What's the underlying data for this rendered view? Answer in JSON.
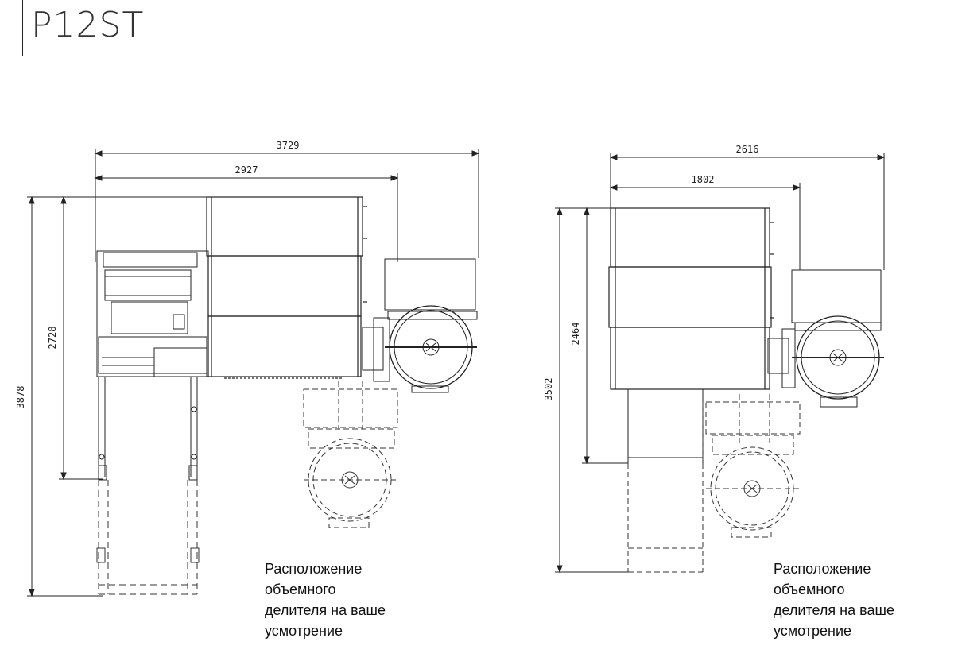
{
  "header": {
    "title": "P12ST"
  },
  "left_view": {
    "dim_top_overall": "3729",
    "dim_top_inner": "2927",
    "dim_left_overall": "3878",
    "dim_left_inner": "2728",
    "note": "Расположение\nобъемного\nделителя  на ваше\nусмотрение"
  },
  "right_view": {
    "dim_top_overall": "2616",
    "dim_top_inner": "1802",
    "dim_left_overall": "3502",
    "dim_left_inner": "2464",
    "note": "Расположение\nобъемного\nделителя  на ваше\nусмотрение"
  },
  "colors": {
    "line": "#222222",
    "dashed": "#333333",
    "background": "#ffffff"
  }
}
